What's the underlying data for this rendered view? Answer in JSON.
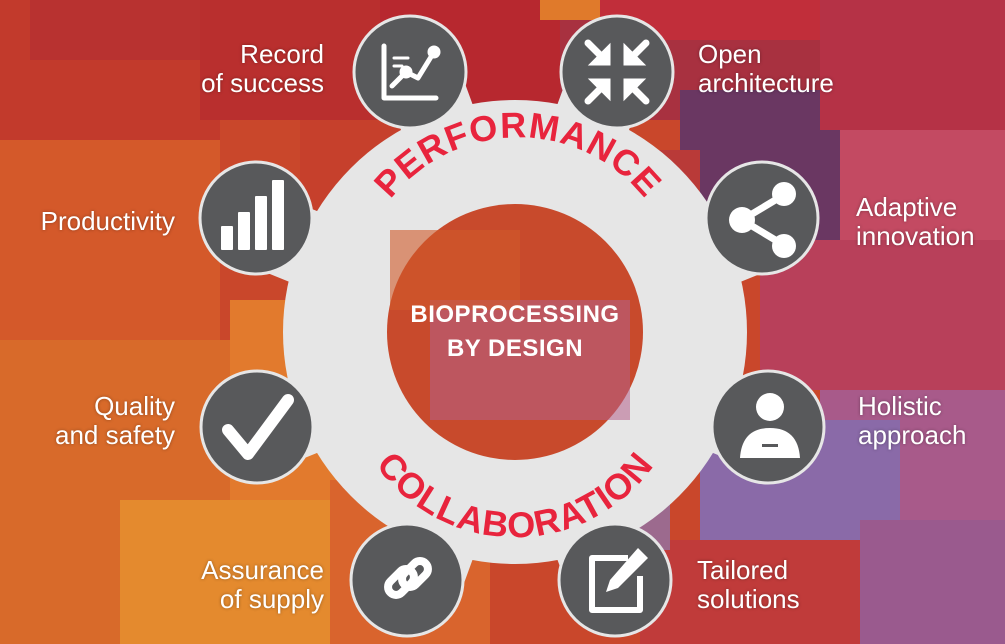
{
  "center": {
    "line1": "BIOPROCESSING",
    "line2": "BY DESIGN"
  },
  "ring": {
    "top": "PERFORMANCE",
    "bottom": "COLLABORATION"
  },
  "nodes": [
    {
      "id": "record",
      "icon": "line-chart-icon",
      "line1": "Record",
      "line2": "of success"
    },
    {
      "id": "open",
      "icon": "compress-arrows-icon",
      "line1": "Open",
      "line2": "architecture"
    },
    {
      "id": "adaptive",
      "icon": "share-icon",
      "line1": "Adaptive",
      "line2": "innovation"
    },
    {
      "id": "productivity",
      "icon": "bar-chart-icon",
      "line1": "Productivity",
      "line2": ""
    },
    {
      "id": "holistic",
      "icon": "person-icon",
      "line1": "Holistic",
      "line2": "approach"
    },
    {
      "id": "quality",
      "icon": "checkmark-icon",
      "line1": "Quality",
      "line2": "and safety"
    },
    {
      "id": "assurance",
      "icon": "chain-link-icon",
      "line1": "Assurance",
      "line2": "of supply"
    },
    {
      "id": "tailored",
      "icon": "edit-icon",
      "line1": "Tailored",
      "line2": "solutions"
    }
  ],
  "colors": {
    "gear": "#e6e6e6",
    "circle": "#58595b",
    "accent": "#e8243d",
    "icon": "#ffffff"
  }
}
